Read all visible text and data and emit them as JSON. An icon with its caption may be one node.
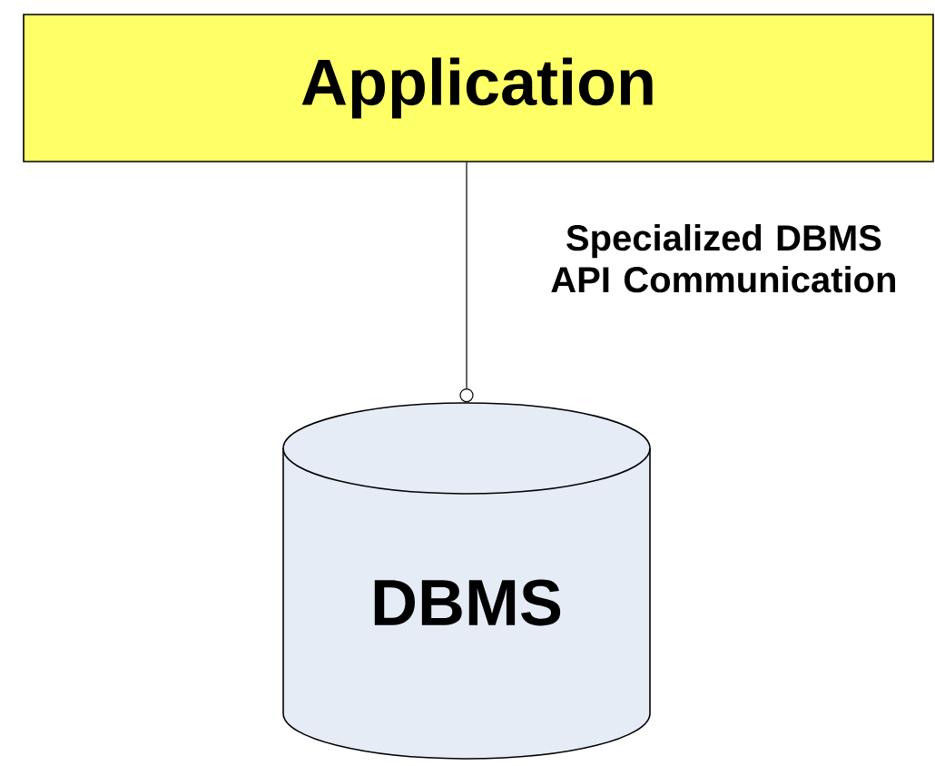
{
  "diagram": {
    "nodes": [
      {
        "text": [
          "Application"
        ]
      },
      {
        "text": [
          "DBMS"
        ]
      }
    ],
    "edges": [
      {
        "from": 0,
        "to": 1,
        "arrow": "other",
        "label": "Specialized DBMS API Communication"
      }
    ]
  }
}
